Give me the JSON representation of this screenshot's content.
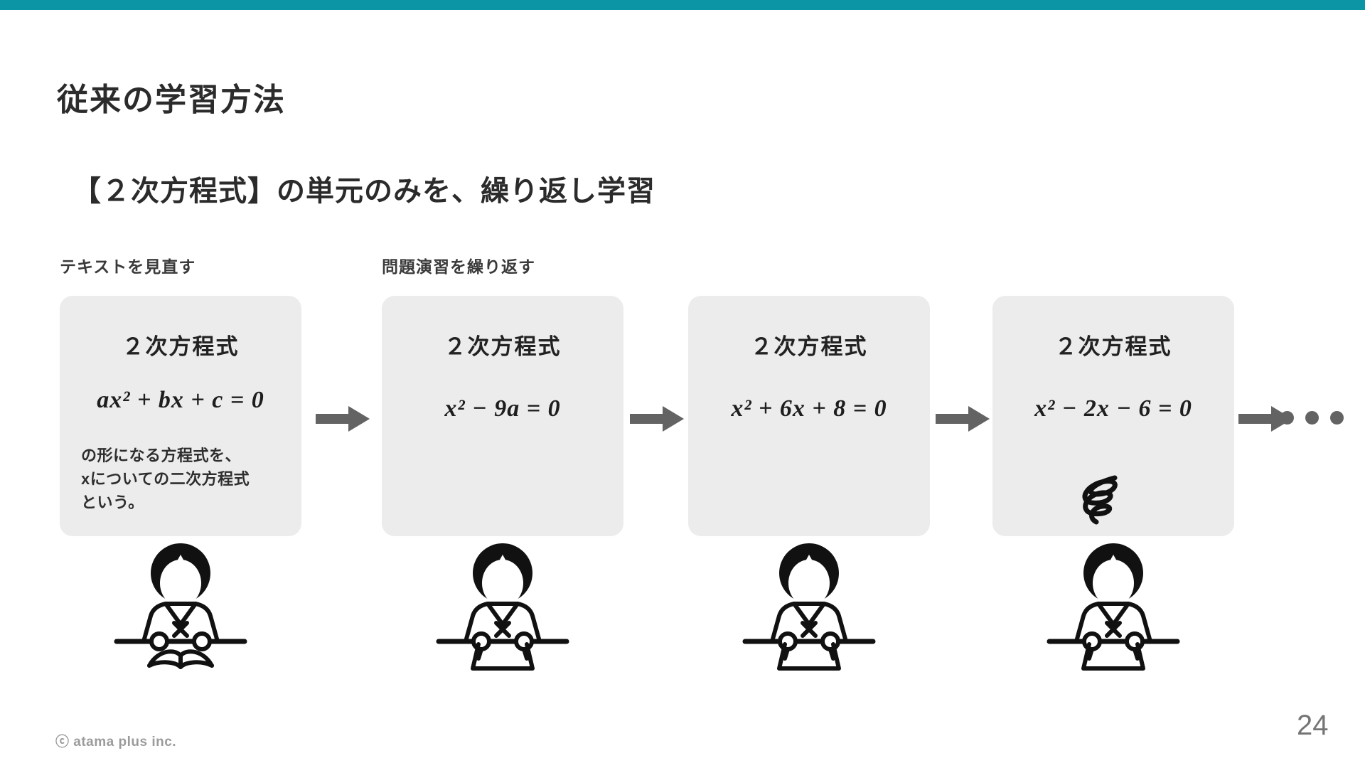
{
  "slide": {
    "title": "従来の学習方法",
    "subtitle": "【２次方程式】の単元のみを、繰り返し学習",
    "footer": "ⓒ atama plus inc.",
    "page_number": "24"
  },
  "flow": {
    "step_labels": {
      "review_text": "テキストを見直す",
      "repeat_exercises": "問題演習を繰り返す"
    },
    "boxes": [
      {
        "title": "２次方程式",
        "equation": "ax² + bx + c = 0",
        "description": "の形になる方程式を、\nxについての二次方程式\nという。"
      },
      {
        "title": "２次方程式",
        "equation": "x² − 9a = 0"
      },
      {
        "title": "２次方程式",
        "equation": "x² + 6x + 8 = 0"
      },
      {
        "title": "２次方程式",
        "equation": "x² − 2x − 6 = 0"
      }
    ],
    "icons": {
      "arrow": "right-arrow-icon",
      "ellipsis_dots": 3,
      "scribble": "scribble-icon",
      "students": [
        "student-reading-book-icon",
        "student-writing-icon",
        "student-writing-icon",
        "student-writing-icon"
      ]
    }
  },
  "colors": {
    "accent_teal": "#0b95a5",
    "box_gray": "#ececec",
    "arrow_gray": "#636363",
    "text_dark": "#2b2b2b",
    "muted_gray": "#9b9b9b"
  }
}
